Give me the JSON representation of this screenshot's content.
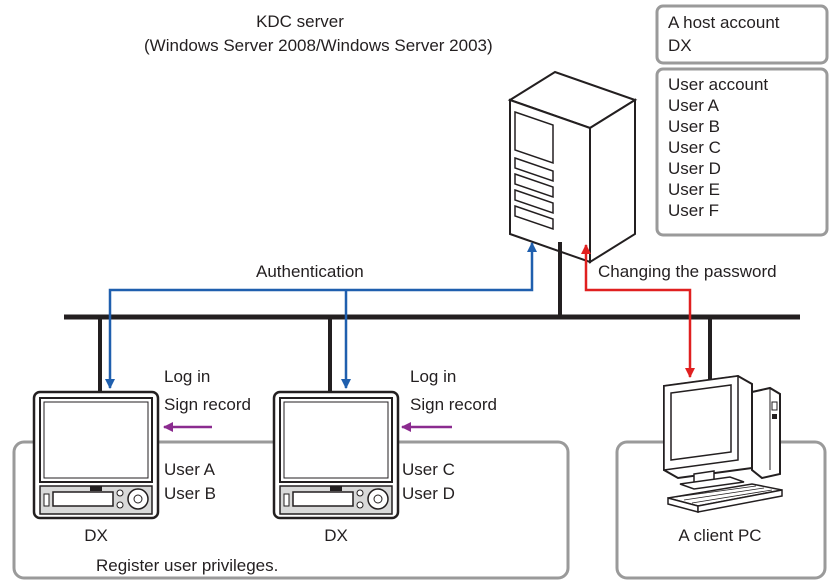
{
  "server": {
    "title": "KDC server",
    "subtitle": "(Windows Server 2008/Windows Server 2003)"
  },
  "host_account": {
    "label": "A host account",
    "value": "DX"
  },
  "user_accounts": {
    "label": "User account",
    "users": [
      "User A",
      "User B",
      "User C",
      "User D",
      "User E",
      "User F"
    ]
  },
  "network": {
    "authentication": "Authentication",
    "changing_password": "Changing the password"
  },
  "recorders": [
    {
      "name": "DX",
      "action1": "Log in",
      "action2": "Sign record",
      "users": [
        "User A",
        "User B"
      ]
    },
    {
      "name": "DX",
      "action1": "Log in",
      "action2": "Sign record",
      "users": [
        "User C",
        "User D"
      ]
    }
  ],
  "register_label": "Register user privileges.",
  "client_pc": {
    "label": "A client PC"
  },
  "colors": {
    "authentication_arrow": "#1f5fae",
    "password_arrow": "#e02020",
    "login_arrow": "#8b2b8f",
    "box_border": "#9a9a9a",
    "network_line": "#231f20"
  }
}
